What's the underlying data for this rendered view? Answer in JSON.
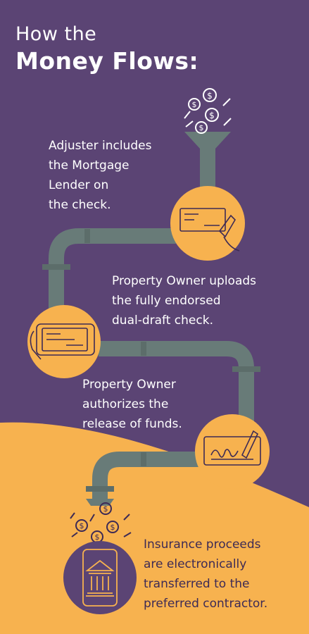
{
  "title": {
    "line1": "How the",
    "line2": "Money Flows:"
  },
  "steps": [
    {
      "lines": [
        "Adjuster includes",
        "the Mortgage",
        "Lender on",
        "the check."
      ]
    },
    {
      "lines": [
        "Property Owner uploads",
        "the fully endorsed",
        "dual-draft check."
      ]
    },
    {
      "lines": [
        "Property Owner",
        "authorizes the",
        "release of funds."
      ]
    },
    {
      "lines": [
        "Insurance proceeds",
        "are electronically",
        "transferred to the",
        "preferred contractor."
      ]
    }
  ],
  "icons": [
    "coin-icon",
    "check-icon",
    "phone-check-icon",
    "signature-icon",
    "bank-icon"
  ],
  "colors": {
    "background_purple": "#5b4474",
    "accent_yellow": "#f7b24f",
    "pipe_gray": "#687b78",
    "text_white": "#ffffff",
    "text_dark": "#3d2a55"
  }
}
